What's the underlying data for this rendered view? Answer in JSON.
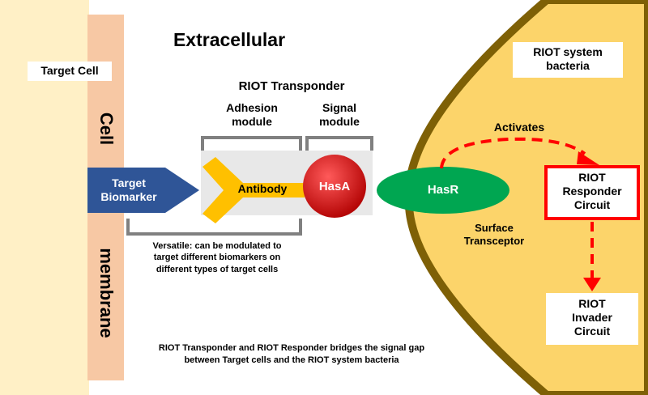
{
  "title": "Extracellular",
  "target_cell_label": "Target Cell",
  "membrane": {
    "word1": "Cell",
    "word2": "membrane"
  },
  "biomarker_label": "Target\nBiomarker",
  "transponder": {
    "title": "RIOT Transponder",
    "adhesion_label": "Adhesion\nmodule",
    "signal_label": "Signal\nmodule",
    "antibody_label": "Antibody",
    "hasa_label": "HasA"
  },
  "versatile_note": "Versatile: can be modulated to\ntarget different biomarkers on\ndifferent types of target cells",
  "bridge_note": "RIOT Transponder and RIOT Responder bridges the signal gap\nbetween Target cells and the RIOT system bacteria",
  "bacteria": {
    "label": "RIOT system\nbacteria",
    "hasr_label": "HasR",
    "surface_label": "Surface\nTransceptor",
    "activates_label": "Activates",
    "responder_label": "RIOT\nResponder\nCircuit",
    "invader_label": "RIOT\nInvader\nCircuit"
  },
  "colors": {
    "cell_fill": "#fff0c6",
    "membrane_fill": "#f7c8a4",
    "bacteria_fill": "#fcd46a",
    "bacteria_wall": "#7e6006",
    "biomarker": "#2f5597",
    "antibody": "#ffc000",
    "hasa": "#c00000",
    "hasr": "#00a651",
    "accent_red": "#ff0000",
    "bracket": "#7f7f7f"
  }
}
